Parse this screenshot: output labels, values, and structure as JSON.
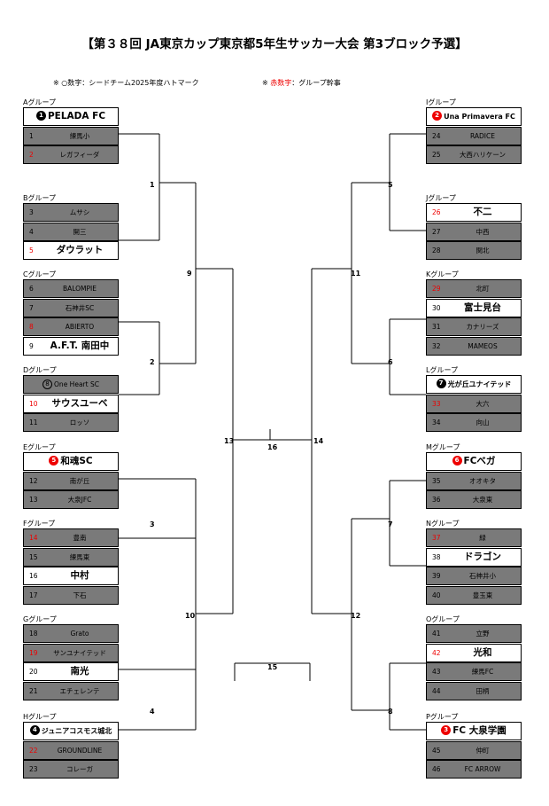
{
  "title": "【第３８回 JA東京カップ東京都5年生サッカー大会 第3ブロック予選】",
  "notes": {
    "seed_prefix": "※ ○数字：シードチーム2025年度ハトマーク",
    "host_mark": "※",
    "host_red": "赤数字",
    "host_rest": "：グループ幹事"
  },
  "groups": [
    {
      "label": "Aグループ",
      "teams": [
        {
          "num": "",
          "name": "PELADA FC",
          "seed": "1",
          "seedStyle": "black",
          "host": false,
          "bold": true,
          "white": true
        },
        {
          "num": "1",
          "name": "練馬小",
          "host": false
        },
        {
          "num": "2",
          "name": "レガフィーダ",
          "host": true
        }
      ]
    },
    {
      "label": "Bグループ",
      "teams": [
        {
          "num": "3",
          "name": "ムサシ",
          "host": false
        },
        {
          "num": "4",
          "name": "開三",
          "host": false
        },
        {
          "num": "5",
          "name": "ダウラット",
          "host": true,
          "bold": true,
          "white": true
        }
      ]
    },
    {
      "label": "Cグループ",
      "teams": [
        {
          "num": "6",
          "name": "BALOMPIE",
          "host": false
        },
        {
          "num": "7",
          "name": "石神井SC",
          "host": false
        },
        {
          "num": "8",
          "name": "ABIERTO",
          "host": true
        },
        {
          "num": "9",
          "name": "A.F.T. 南田中",
          "host": false,
          "bold": true,
          "white": true
        }
      ]
    },
    {
      "label": "Dグループ",
      "teams": [
        {
          "num": "",
          "name": "One Heart SC",
          "seed": "8",
          "seedStyle": "outl",
          "host": false
        },
        {
          "num": "10",
          "name": "サウスユーベ",
          "host": true,
          "bold": true,
          "white": true
        },
        {
          "num": "11",
          "name": "ロッソ",
          "host": false
        }
      ]
    },
    {
      "label": "Eグループ",
      "teams": [
        {
          "num": "",
          "name": "和魂SC",
          "seed": "5",
          "seedStyle": "redf",
          "host": false,
          "bold": true,
          "white": true
        },
        {
          "num": "12",
          "name": "南が丘",
          "host": false
        },
        {
          "num": "13",
          "name": "大泉JFC",
          "host": false
        }
      ]
    },
    {
      "label": "Fグループ",
      "teams": [
        {
          "num": "14",
          "name": "豊南",
          "host": true
        },
        {
          "num": "15",
          "name": "練馬東",
          "host": false
        },
        {
          "num": "16",
          "name": "中村",
          "host": false,
          "bold": true,
          "white": true
        },
        {
          "num": "17",
          "name": "下石",
          "host": false
        }
      ]
    },
    {
      "label": "Gグループ",
      "teams": [
        {
          "num": "18",
          "name": "Grato",
          "host": false
        },
        {
          "num": "19",
          "name": "サンユナイテッド",
          "host": true
        },
        {
          "num": "20",
          "name": "南光",
          "host": false,
          "bold": true,
          "white": true
        },
        {
          "num": "21",
          "name": "エチェレンテ",
          "host": false
        }
      ]
    },
    {
      "label": "Hグループ",
      "teams": [
        {
          "num": "",
          "name": "ジュニアコスモス城北",
          "seed": "4",
          "seedStyle": "black",
          "host": false,
          "boldSmall": true,
          "white": true
        },
        {
          "num": "22",
          "name": "GROUNDLINE",
          "host": true
        },
        {
          "num": "23",
          "name": "コレーガ",
          "host": false
        }
      ]
    },
    {
      "label": "Iグループ",
      "teams": [
        {
          "num": "",
          "name": "Una Primavera FC",
          "seed": "2",
          "seedStyle": "redf",
          "host": false,
          "boldSmall": true,
          "white": true
        },
        {
          "num": "24",
          "name": "RADICE",
          "host": false
        },
        {
          "num": "25",
          "name": "大西ハリケーン",
          "host": false
        }
      ]
    },
    {
      "label": "Jグループ",
      "teams": [
        {
          "num": "26",
          "name": "不二",
          "host": true,
          "bold": true,
          "white": true
        },
        {
          "num": "27",
          "name": "中西",
          "host": false
        },
        {
          "num": "28",
          "name": "関北",
          "host": false
        }
      ]
    },
    {
      "label": "Kグループ",
      "teams": [
        {
          "num": "29",
          "name": "北町",
          "host": true
        },
        {
          "num": "30",
          "name": "富士見台",
          "host": false,
          "bold": true,
          "white": true
        },
        {
          "num": "31",
          "name": "カナリーズ",
          "host": false
        },
        {
          "num": "32",
          "name": "MAMEOS",
          "host": false
        }
      ]
    },
    {
      "label": "Lグループ",
      "teams": [
        {
          "num": "",
          "name": "光が丘ユナイテッド",
          "seed": "7",
          "seedStyle": "black",
          "host": false,
          "boldSmall": true,
          "white": true
        },
        {
          "num": "33",
          "name": "大六",
          "host": true
        },
        {
          "num": "34",
          "name": "向山",
          "host": false
        }
      ]
    },
    {
      "label": "Mグループ",
      "teams": [
        {
          "num": "",
          "name": "FCベガ",
          "seed": "6",
          "seedStyle": "redf",
          "host": false,
          "bold": true,
          "white": true
        },
        {
          "num": "35",
          "name": "オオキタ",
          "host": false
        },
        {
          "num": "36",
          "name": "大泉東",
          "host": false
        }
      ]
    },
    {
      "label": "Nグループ",
      "teams": [
        {
          "num": "37",
          "name": "緑",
          "host": true
        },
        {
          "num": "38",
          "name": "ドラゴン",
          "host": false,
          "bold": true,
          "white": true
        },
        {
          "num": "39",
          "name": "石神井小",
          "host": false
        },
        {
          "num": "40",
          "name": "豊玉東",
          "host": false
        }
      ]
    },
    {
      "label": "Oグループ",
      "teams": [
        {
          "num": "41",
          "name": "立野",
          "host": false
        },
        {
          "num": "42",
          "name": "光和",
          "host": true,
          "bold": true,
          "white": true
        },
        {
          "num": "43",
          "name": "練馬FC",
          "host": false
        },
        {
          "num": "44",
          "name": "田柄",
          "host": false
        }
      ]
    },
    {
      "label": "Pグループ",
      "teams": [
        {
          "num": "",
          "name": "FC 大泉学園",
          "seed": "3",
          "seedStyle": "redf",
          "host": false,
          "bold": true,
          "white": true
        },
        {
          "num": "45",
          "name": "仲町",
          "host": false
        },
        {
          "num": "46",
          "name": "FC ARROW",
          "host": false
        }
      ]
    }
  ],
  "matches": [
    "1",
    "2",
    "3",
    "4",
    "5",
    "6",
    "7",
    "8",
    "9",
    "10",
    "11",
    "12",
    "13",
    "14",
    "15",
    "16"
  ]
}
